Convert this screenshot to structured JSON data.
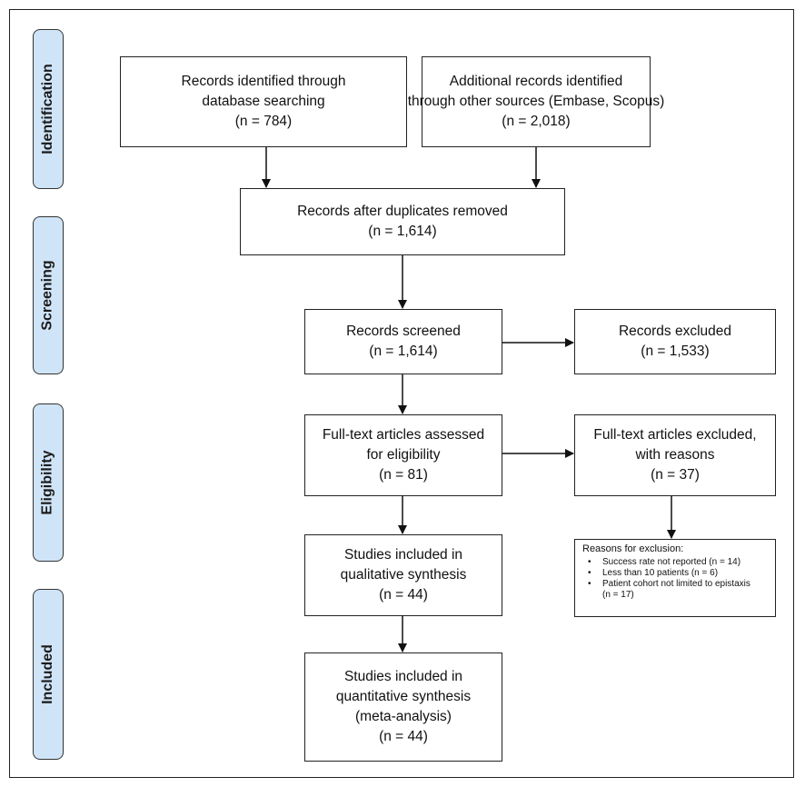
{
  "stages": [
    {
      "label": "Identification"
    },
    {
      "label": "Screening"
    },
    {
      "label": "Eligibility"
    },
    {
      "label": "Included"
    }
  ],
  "boxes": {
    "db_search": {
      "lines": [
        "Records identified through",
        "database searching",
        "(n = 784)"
      ]
    },
    "other_sources": {
      "lines": [
        "Additional records identified",
        "through other sources (Embase, Scopus)",
        "(n = 2,018)"
      ]
    },
    "duplicates_removed": {
      "lines": [
        "Records after duplicates removed",
        "(n = 1,614)"
      ]
    },
    "screened": {
      "lines": [
        "Records screened",
        "(n = 1,614)"
      ]
    },
    "excluded": {
      "lines": [
        "Records excluded",
        "(n = 1,533)"
      ]
    },
    "fulltext_assessed": {
      "lines": [
        "Full-text articles assessed",
        "for eligibility",
        "(n = 81)"
      ]
    },
    "fulltext_excluded": {
      "lines": [
        "Full-text articles excluded,",
        "with reasons",
        "(n = 37)"
      ]
    },
    "qualitative": {
      "lines": [
        "Studies included in",
        "qualitative synthesis",
        "(n = 44)"
      ]
    },
    "quantitative": {
      "lines": [
        "Studies included in",
        "quantitative synthesis",
        "(meta-analysis)",
        "(n = 44)"
      ]
    }
  },
  "reasons": {
    "title": "Reasons for exclusion:",
    "items": [
      "Success rate not reported (n = 14)",
      "Less than 10 patients (n = 6)",
      "Patient cohort not limited to epistaxis",
      "(n = 17)"
    ]
  }
}
